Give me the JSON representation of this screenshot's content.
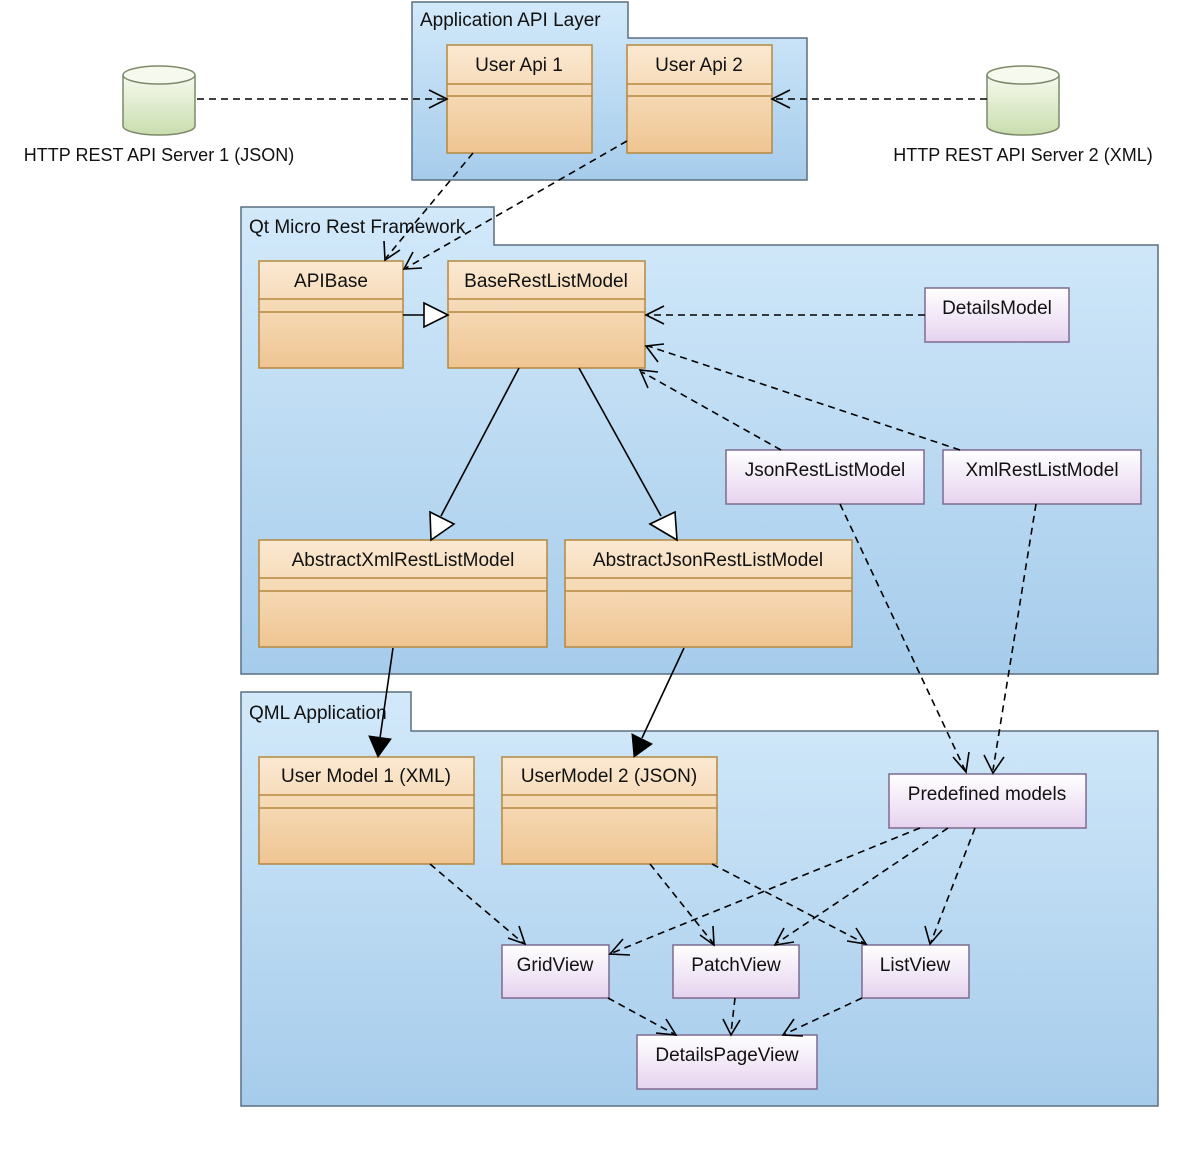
{
  "packages": {
    "api_layer": "Application API Layer",
    "framework": "Qt Micro Rest Framework",
    "qml_app": "QML Application"
  },
  "servers": {
    "server1": "HTTP REST API Server 1 (JSON)",
    "server2": "HTTP REST API Server 2 (XML)"
  },
  "classes": {
    "user_api_1": "User Api 1",
    "user_api_2": "User Api 2",
    "api_base": "APIBase",
    "base_rest_list_model": "BaseRestListModel",
    "details_model": "DetailsModel",
    "json_rest_list_model": "JsonRestListModel",
    "xml_rest_list_model": "XmlRestListModel",
    "abstract_xml": "AbstractXmlRestListModel",
    "abstract_json": "AbstractJsonRestListModel",
    "user_model_1": "User Model 1 (XML)",
    "user_model_2": "UserModel 2 (JSON)",
    "predefined_models": "Predefined models",
    "grid_view": "GridView",
    "patch_view": "PatchView",
    "list_view": "ListView",
    "details_page_view": "DetailsPageView"
  },
  "colors": {
    "package_top": "#d2e9fa",
    "package_bottom": "#a6cceb",
    "package_border": "#5b6f80",
    "class_top": "#fbe9d2",
    "class_bottom": "#efc592",
    "class_border": "#b6883f",
    "view_top": "#ffffff",
    "view_bottom": "#e6d3ef",
    "view_border": "#7f6a8f",
    "db_top": "#f6faee",
    "db_bottom": "#c9ddae",
    "db_border": "#7c8a6a"
  }
}
